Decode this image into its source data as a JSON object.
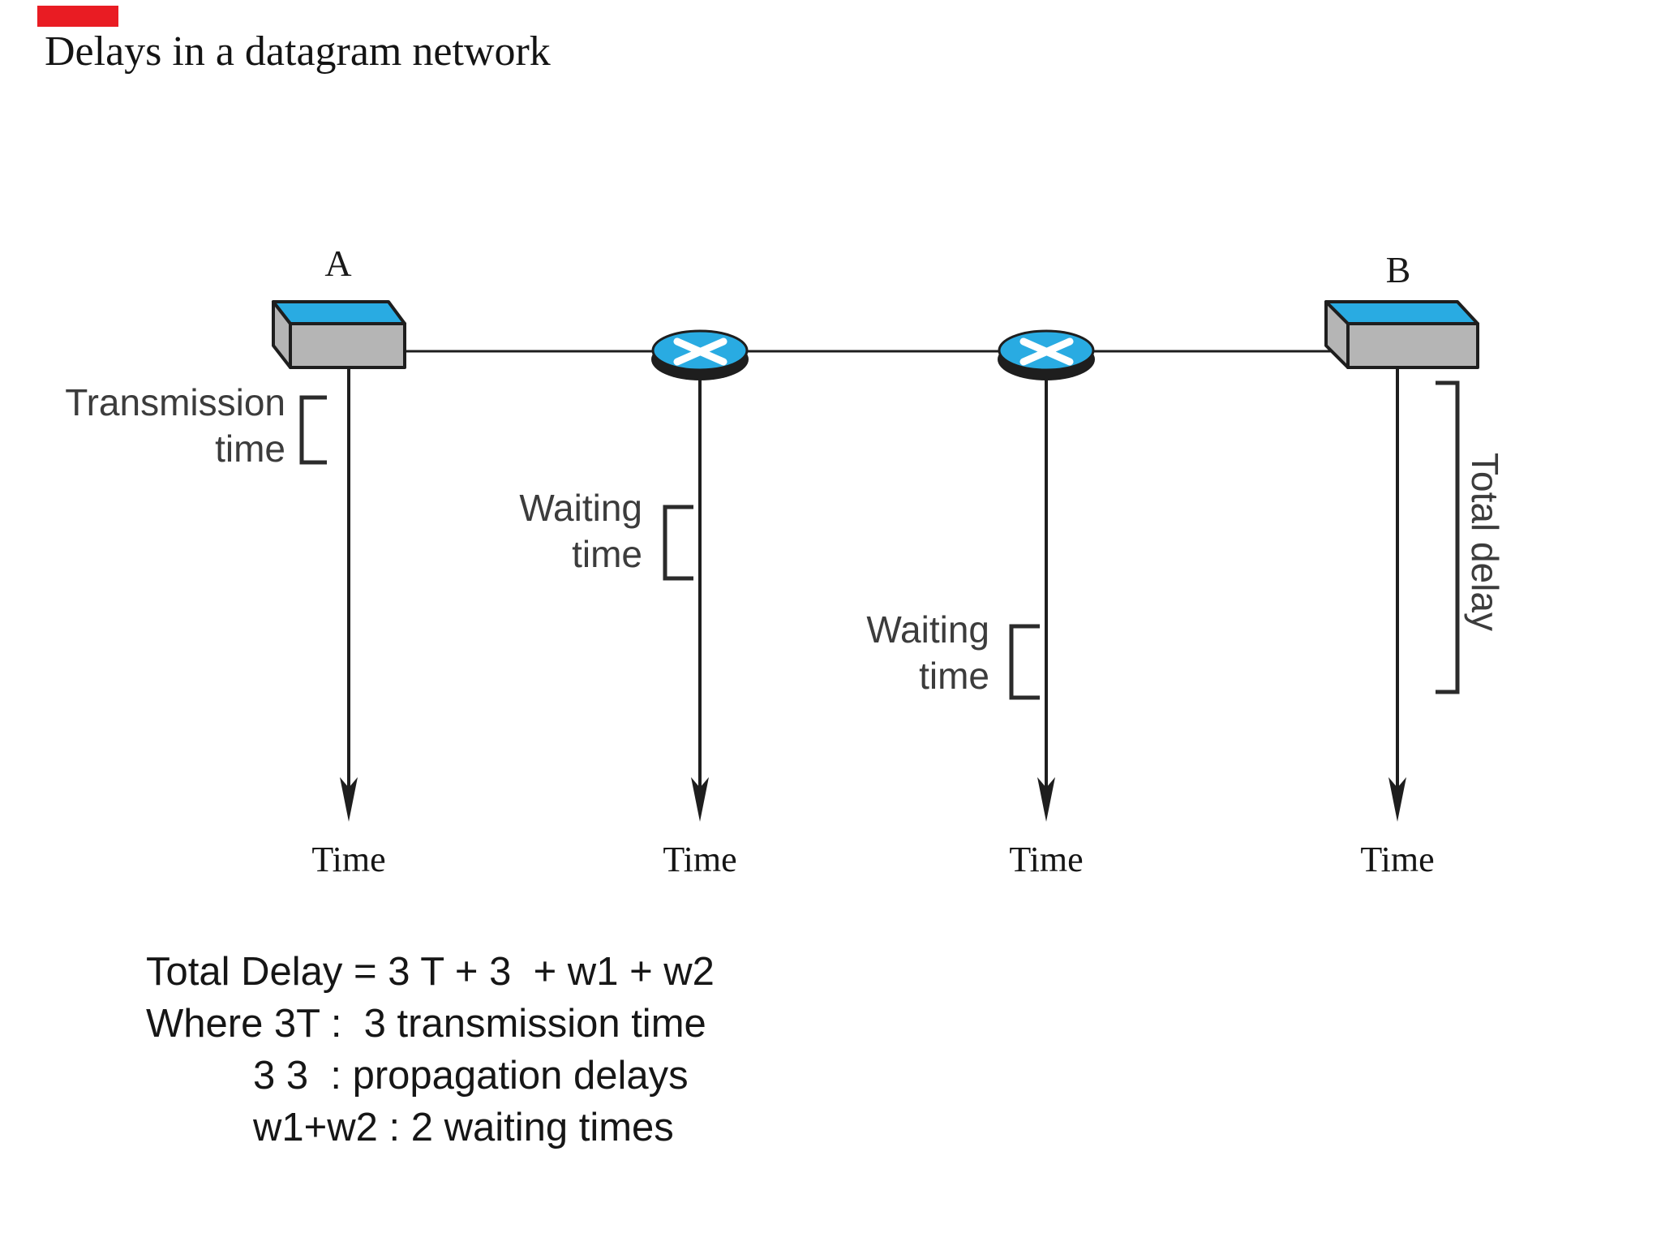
{
  "title": "Delays in a datagram network",
  "marker_color": "#e91c23",
  "nodes": {
    "a_label": "A",
    "b_label": "B"
  },
  "measures": {
    "transmission_line1": "Transmission",
    "transmission_line2": "time",
    "waiting1_line1": "Waiting",
    "waiting1_line2": "time",
    "waiting2_line1": "Waiting",
    "waiting2_line2": "time",
    "total_delay": "Total delay"
  },
  "timeline_labels": [
    "Time",
    "Time",
    "Time",
    "Time"
  ],
  "formula": {
    "line1": "Total Delay = 3 T + 3  + w1 + w2",
    "line2": "Where 3T :  3 transmission time",
    "line3": "3 3  : propagation delays",
    "line4": "w1+w2 : 2 waiting times"
  },
  "colors": {
    "device_blue": "#29abe2",
    "device_gray": "#b5b5b5",
    "line_black": "#1e1e1e",
    "label_gray": "#3c3c3c"
  }
}
